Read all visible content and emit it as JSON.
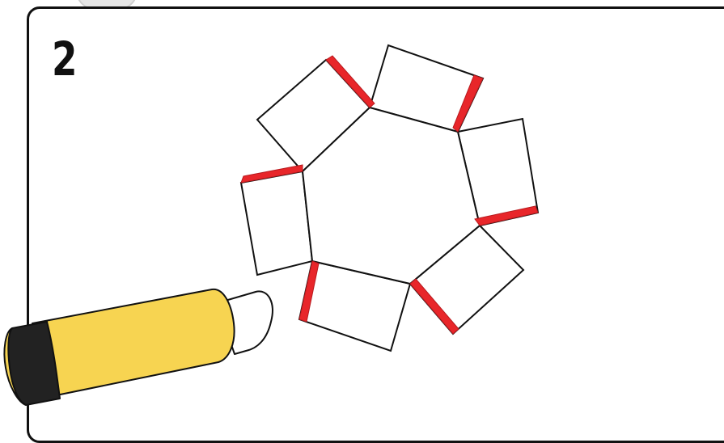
{
  "step": {
    "number": "2"
  },
  "illustration": {
    "colors": {
      "outline": "#111111",
      "paper": "#ffffff",
      "glue": "#e8262a",
      "glue_stick_body": "#f7d451",
      "glue_stick_band": "#222222",
      "glue_stick_cap": "#ffffff"
    },
    "net": {
      "shape": "hexagon",
      "flap_count": 6,
      "glued_edge_count": 6
    },
    "icons": [
      "glue-stick-icon"
    ]
  }
}
